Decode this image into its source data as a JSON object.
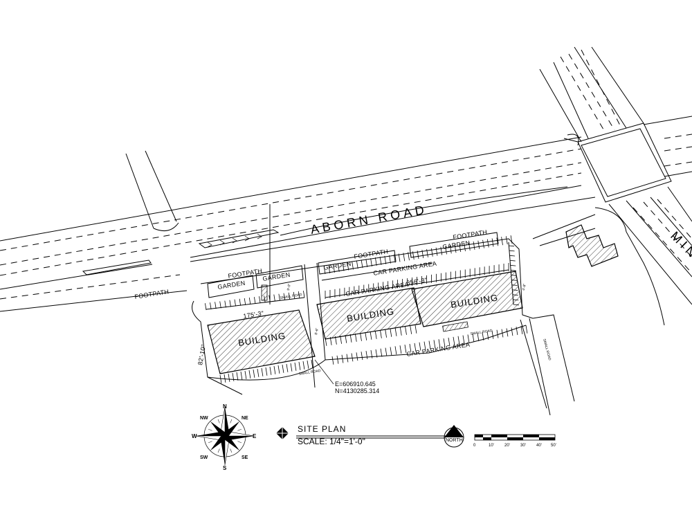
{
  "roads": {
    "main": "ABORN ROAD",
    "side": "MINC"
  },
  "labels": {
    "footpath": "FOOTPATH",
    "garden": "GARDEN",
    "car_parking": "CAR PARKING AREA",
    "building": "BUILDING",
    "small_road": "SMALL ROAD"
  },
  "dimensions": {
    "d1": "175'-3\"",
    "d2": "82'-10\"",
    "d3": "356'-8\"",
    "d4": "8'-6\"",
    "d5": "9'-0\"",
    "d6": "4'-8\""
  },
  "coordinates": {
    "e": "E=606910.645",
    "n": "N=4130285.314"
  },
  "title": {
    "name": "SITE PLAN",
    "scale": "SCALE: 1/4\"=1'-0\""
  },
  "north_label": "NORTH",
  "compass": {
    "cardinal": [
      "N",
      "E",
      "S",
      "W"
    ],
    "intercardinal": [
      "NE",
      "SE",
      "SW",
      "NW"
    ]
  },
  "scale_bar": {
    "ticks": [
      "0",
      "10'",
      "20'",
      "30'",
      "40'",
      "50'"
    ]
  },
  "colors": {
    "ink": "#000000",
    "paper": "#ffffff"
  }
}
